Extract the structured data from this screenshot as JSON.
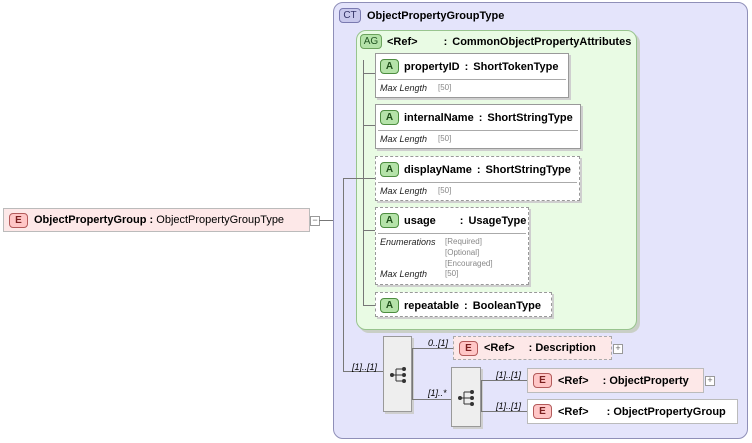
{
  "root": {
    "tag": "E",
    "name": "ObjectPropertyGroup",
    "sep": ":",
    "type": "ObjectPropertyGroupType"
  },
  "complex_type": {
    "tag": "CT",
    "name": "ObjectPropertyGroupType"
  },
  "attribute_group": {
    "tag": "AG",
    "ref": "<Ref>",
    "sep": ":",
    "name": "CommonObjectPropertyAttributes"
  },
  "attributes": [
    {
      "tag": "A",
      "name": "propertyID",
      "sep": ":",
      "type": "ShortTokenType",
      "facet_label": "Max Length",
      "facet_value": "[50]"
    },
    {
      "tag": "A",
      "name": "internalName",
      "sep": ":",
      "type": "ShortStringType",
      "facet_label": "Max Length",
      "facet_value": "[50]"
    },
    {
      "tag": "A",
      "name": "displayName",
      "sep": ":",
      "type": "ShortStringType",
      "facet_label": "Max Length",
      "facet_value": "[50]"
    },
    {
      "tag": "A",
      "name": "usage",
      "sep": ":",
      "type": "UsageType",
      "enum_label": "Enumerations",
      "enum_values": [
        "[Required]",
        "[Optional]",
        "[Encouraged]"
      ],
      "facet_label": "Max Length",
      "facet_value": "[50]"
    },
    {
      "tag": "A",
      "name": "repeatable",
      "sep": ":",
      "type": "BooleanType"
    }
  ],
  "sequence": {
    "cardinality": "[1]..[1]"
  },
  "description": {
    "tag": "E",
    "ref": "<Ref>",
    "sep": ":",
    "name": "Description",
    "cardinality": "0..[1]"
  },
  "choice": {
    "cardinality": "[1]..*"
  },
  "object_property": {
    "tag": "E",
    "ref": "<Ref>",
    "sep": ":",
    "name": "ObjectProperty",
    "cardinality": "[1]..[1]"
  },
  "object_property_group": {
    "tag": "E",
    "ref": "<Ref>",
    "sep": ":",
    "name": "ObjectPropertyGroup",
    "cardinality": "[1]..[1]"
  },
  "expand_symbol": "+",
  "collapse_symbol": "−"
}
